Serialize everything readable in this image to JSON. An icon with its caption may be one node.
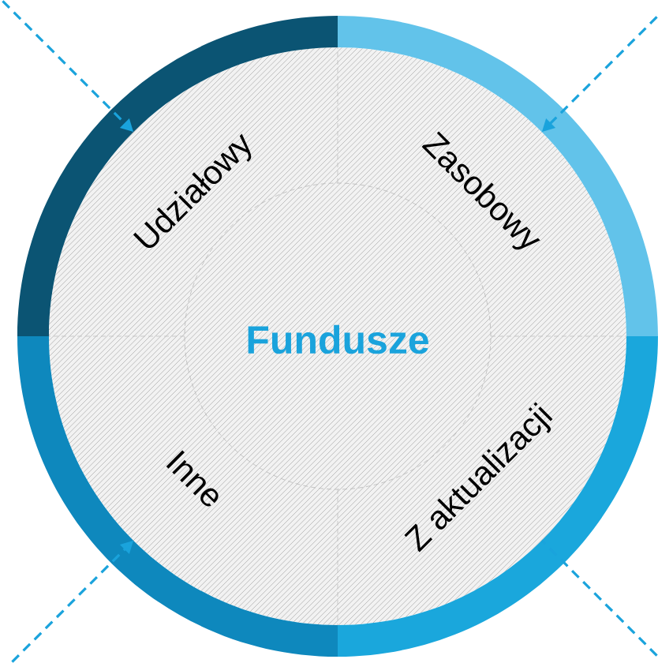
{
  "diagram": {
    "nodes": [
      {
        "text": [
          "Udziałowy"
        ]
      },
      {
        "text": [
          "Zasobowy"
        ]
      },
      {
        "text": [
          "Fundusze"
        ]
      },
      {
        "text": [
          "Inne"
        ]
      },
      {
        "text": [
          "Z aktualizacji"
        ]
      }
    ],
    "edges": [
      {
        "from": null,
        "to": 0,
        "arrow": "to",
        "style": "dashed"
      },
      {
        "from": null,
        "to": 1,
        "arrow": "to",
        "style": "dashed"
      },
      {
        "from": null,
        "to": 3,
        "arrow": "to",
        "style": "dashed"
      },
      {
        "from": null,
        "to": 4,
        "arrow": "none",
        "style": "dashed"
      }
    ]
  }
}
